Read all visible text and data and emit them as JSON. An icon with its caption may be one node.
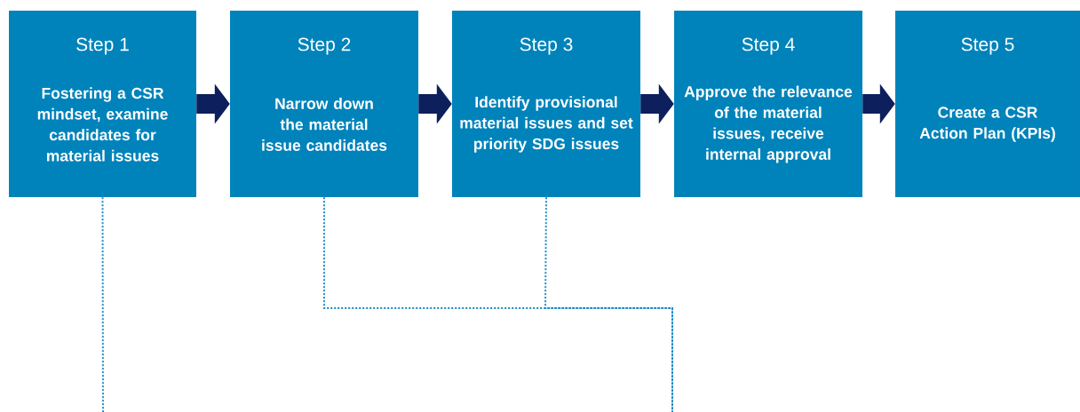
{
  "diagram": {
    "nodes": [
      {
        "text": [
          "Step 1",
          "Fostering a CSR mindset, examine candidates for material issues"
        ]
      },
      {
        "text": [
          "Step 2",
          "Narrow down the material issue candidates"
        ]
      },
      {
        "text": [
          "Step 3",
          "Identify provisional material issues and set priority SDG issues"
        ]
      },
      {
        "text": [
          "Step 4",
          "Approve the relevance of the material issues, receive internal approval"
        ]
      },
      {
        "text": [
          "Step 5",
          "Create a CSR Action Plan (KPIs)"
        ]
      }
    ],
    "edges": [
      {
        "from": 0,
        "to": 1,
        "arrow": "to"
      },
      {
        "from": 1,
        "to": 2,
        "arrow": "to"
      },
      {
        "from": 2,
        "to": 3,
        "arrow": "to"
      },
      {
        "from": 3,
        "to": 4,
        "arrow": "to"
      },
      {
        "from": 0,
        "to": null,
        "arrow": "none",
        "style": "dashed",
        "color": "#1a8ac6"
      },
      {
        "from": 1,
        "to": null,
        "arrow": "none",
        "style": "dashed",
        "color": "#1a8ac6"
      },
      {
        "from": 2,
        "to": null,
        "arrow": "none",
        "style": "dashed",
        "color": "#1a8ac6"
      }
    ]
  }
}
